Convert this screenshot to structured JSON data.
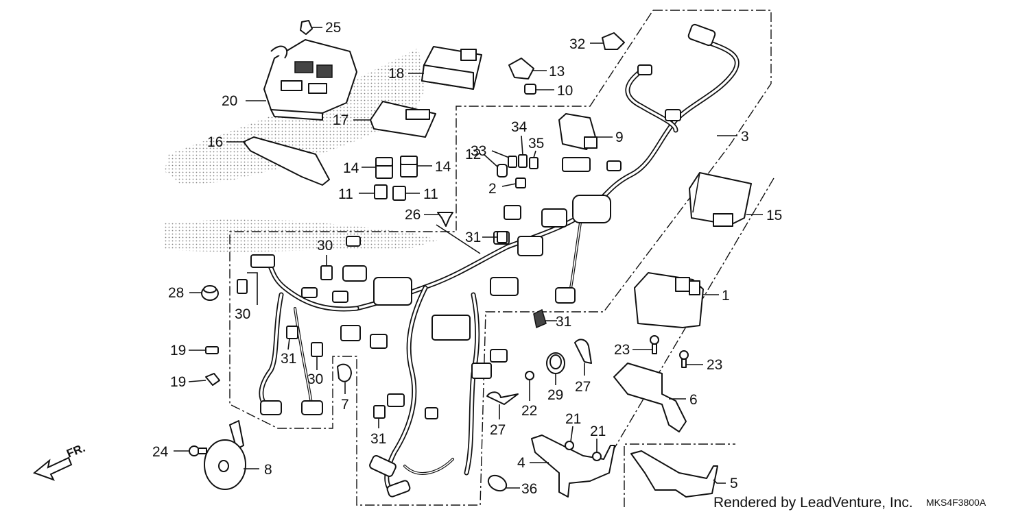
{
  "callouts": {
    "p1": "1",
    "p2": "2",
    "p3": "3",
    "p4": "4",
    "p5": "5",
    "p6": "6",
    "p7": "7",
    "p8": "8",
    "p9": "9",
    "p10": "10",
    "p11a": "11",
    "p11b": "11",
    "p12": "12",
    "p13": "13",
    "p14a": "14",
    "p14b": "14",
    "p15": "15",
    "p16": "16",
    "p17": "17",
    "p18": "18",
    "p19a": "19",
    "p19b": "19",
    "p20": "20",
    "p21a": "21",
    "p21b": "21",
    "p22": "22",
    "p23a": "23",
    "p23b": "23",
    "p24": "24",
    "p25": "25",
    "p26": "26",
    "p27a": "27",
    "p27b": "27",
    "p28": "28",
    "p29": "29",
    "p30a": "30",
    "p30b": "30",
    "p30c": "30",
    "p31a": "31",
    "p31b": "31",
    "p31c": "31",
    "p31d": "31",
    "p32": "32",
    "p33": "33",
    "p34": "34",
    "p35": "35",
    "p36": "36"
  },
  "orientation_label": "FR.",
  "credit": "Rendered by LeadVenture, Inc.",
  "diagram_code": "MKS4F3800A"
}
